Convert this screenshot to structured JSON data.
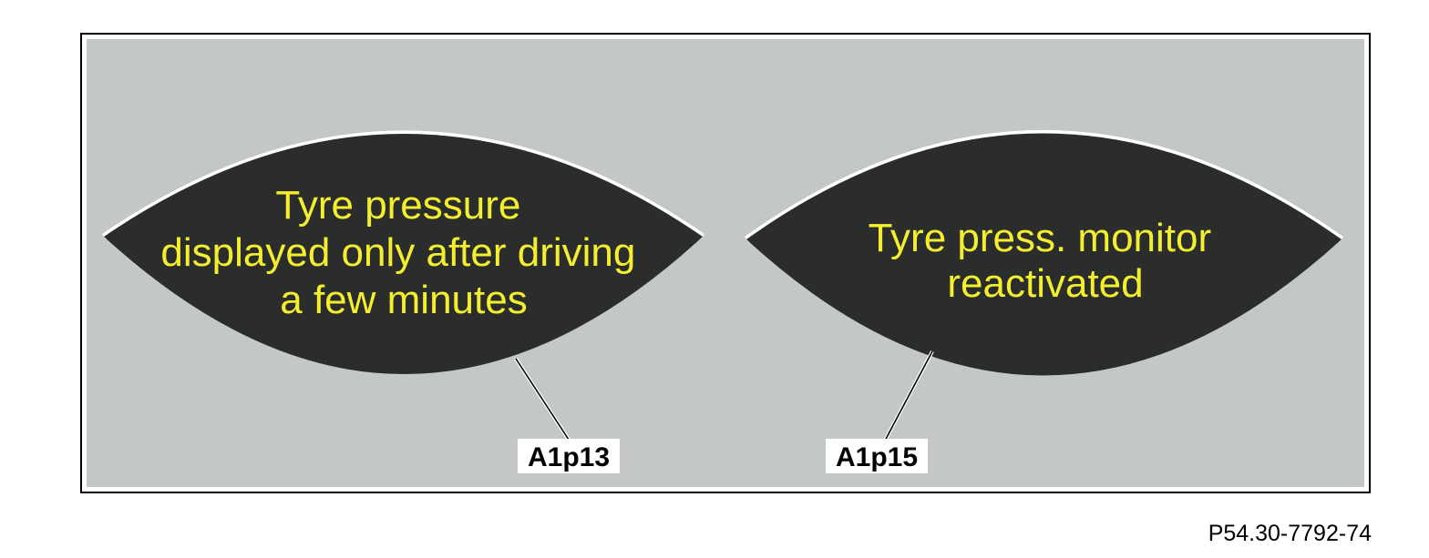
{
  "colors": {
    "panel_background": "#c4c8c5",
    "display_background": "#2b2d2c",
    "display_rim": "#ffffff",
    "display_text": "#f4ef2e",
    "callout_label_background": "#ffffff",
    "callout_label_text": "#000000"
  },
  "displays": [
    {
      "id": "A1p13",
      "message_lines": [
        "Tyre pressure",
        "displayed only after driving",
        "a few minutes"
      ],
      "callout_label": "A1p13"
    },
    {
      "id": "A1p15",
      "message_lines": [
        "Tyre press. monitor",
        "reactivated"
      ],
      "callout_label": "A1p15"
    }
  ],
  "figure_code": "P54.30-7792-74"
}
